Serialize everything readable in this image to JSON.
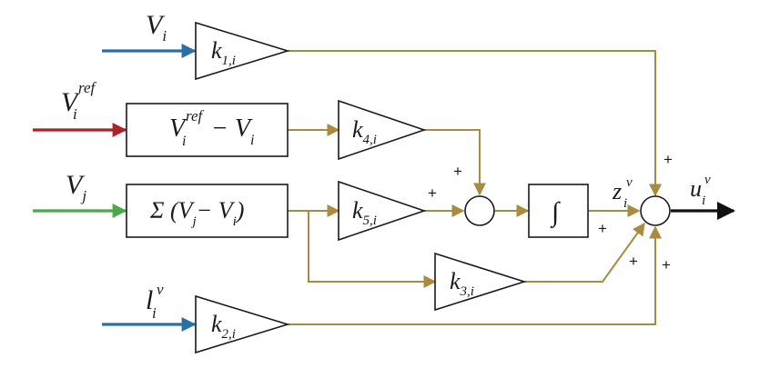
{
  "colors": {
    "signal": "#A88B3E",
    "input_blue": "#2A6FA8",
    "input_red": "#A8232A",
    "input_green": "#4BA84B",
    "output": "#111111",
    "block_stroke": "#1a1a1a"
  },
  "inputs": {
    "v_i": {
      "main": "V",
      "sub": "i"
    },
    "v_i_ref": {
      "main": "V",
      "sub": "i",
      "sup": "ref"
    },
    "v_j": {
      "main": "V",
      "sub": "j"
    },
    "l_i_v": {
      "main": "l",
      "sub": "i",
      "sup": "v"
    }
  },
  "blocks": {
    "error_block": {
      "main1": "V",
      "sub1": "i",
      "sup1": "ref",
      "minus": "− V",
      "sub2": "i"
    },
    "sum_block": {
      "pre": "Σ (V",
      "sub1": "j",
      "mid": "− V",
      "sub2": "i",
      "post": ")"
    },
    "integrator": {
      "symbol": "∫"
    }
  },
  "gains": {
    "k1": {
      "main": "k",
      "sub": "1,i"
    },
    "k2": {
      "main": "k",
      "sub": "2,i"
    },
    "k3": {
      "main": "k",
      "sub": "3,i"
    },
    "k4": {
      "main": "k",
      "sub": "4,i"
    },
    "k5": {
      "main": "k",
      "sub": "5,i"
    }
  },
  "signals": {
    "z": {
      "main": "z",
      "sub": "i",
      "sup": "v"
    },
    "u": {
      "main": "u",
      "sub": "i",
      "sup": "v"
    }
  },
  "signs": {
    "sum1_top": "+",
    "sum1_left": "+",
    "sum2_top": "+",
    "sum2_left": "+",
    "sum2_bottom_left": "+",
    "sum2_bottom": "+"
  }
}
